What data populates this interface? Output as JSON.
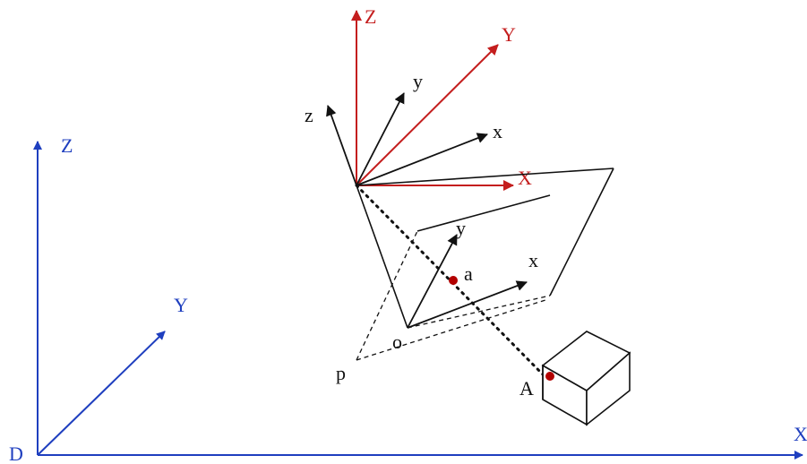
{
  "colors": {
    "world_axes": "#1f3fbf",
    "camera_axes": "#c41e1e",
    "lines": "#111111",
    "points": "#b30000"
  },
  "world_frame": {
    "origin_label": "D",
    "x_label": "X",
    "y_label": "Y",
    "z_label": "Z"
  },
  "camera_frame": {
    "x_label": "X",
    "y_label": "Y",
    "z_label": "Z"
  },
  "rotated_frame": {
    "x_label": "x",
    "y_label": "y",
    "z_label": "z"
  },
  "image_plane": {
    "x_label": "x",
    "y_label": "y",
    "origin_label": "o",
    "principal_label": "p"
  },
  "points": {
    "image_point_label": "a",
    "object_point_label": "A"
  }
}
